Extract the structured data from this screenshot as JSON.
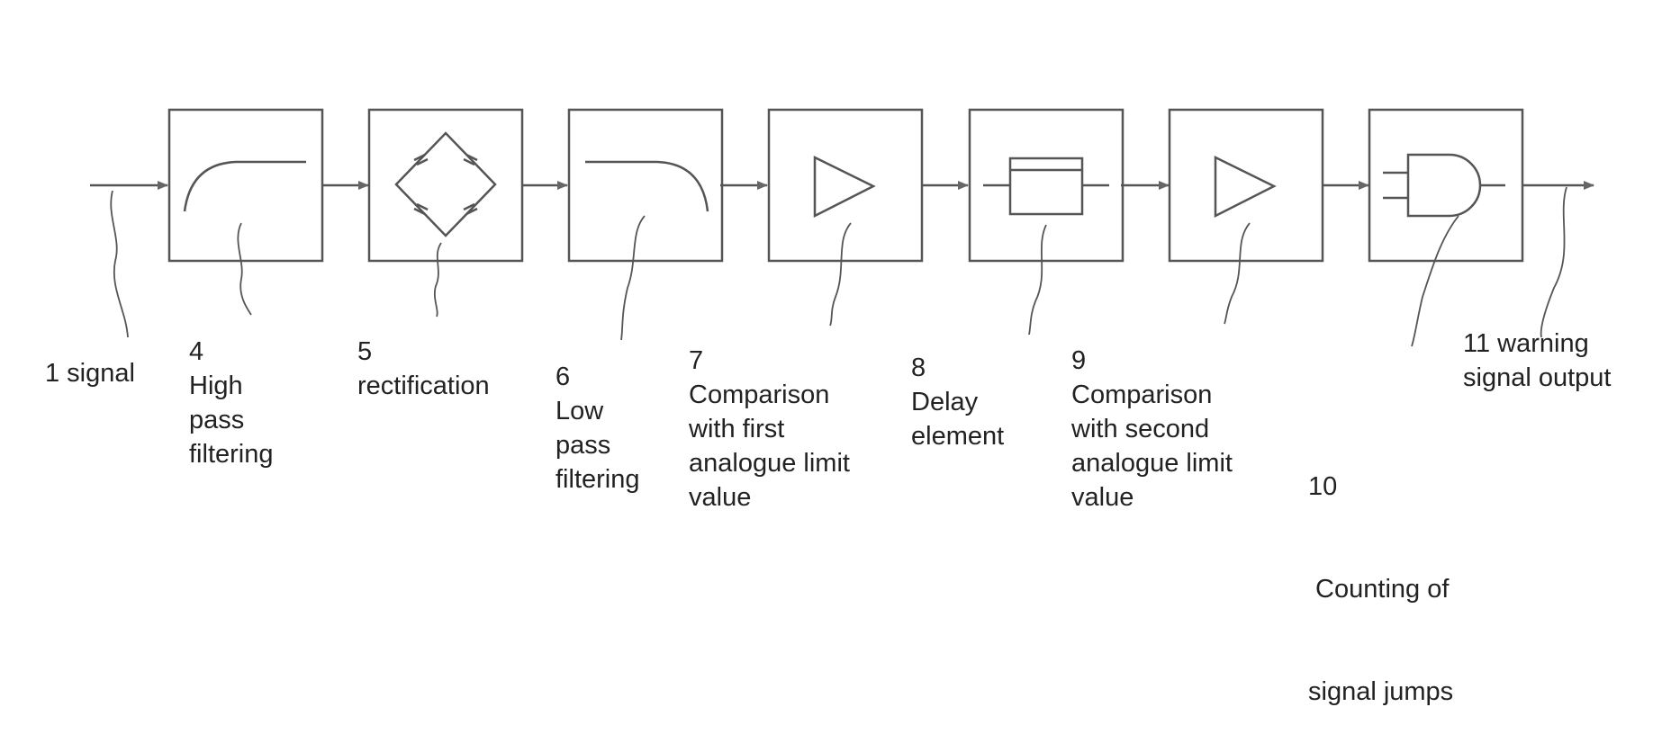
{
  "labels": {
    "signal": [
      "1 signal"
    ],
    "high_pass": [
      "4",
      "High",
      "pass",
      "filtering"
    ],
    "rectification": [
      "5",
      "rectification"
    ],
    "low_pass": [
      "6",
      "Low",
      "pass",
      "filtering"
    ],
    "comparison_first": [
      "7",
      "Comparison",
      "with first",
      "analogue limit",
      "value"
    ],
    "delay": [
      "8",
      "Delay",
      "element"
    ],
    "comparison_second": [
      "9",
      "Comparison",
      "with second",
      "analogue limit",
      "value"
    ],
    "counting": [
      "10",
      " Counting of",
      "signal jumps"
    ],
    "warning": [
      "11 warning",
      "signal output"
    ]
  },
  "icons": [
    "high-pass-curve-icon",
    "rectifier-bridge-icon",
    "low-pass-curve-icon",
    "comparator-triangle-icon",
    "delay-element-icon",
    "comparator-triangle-icon",
    "and-gate-icon"
  ]
}
